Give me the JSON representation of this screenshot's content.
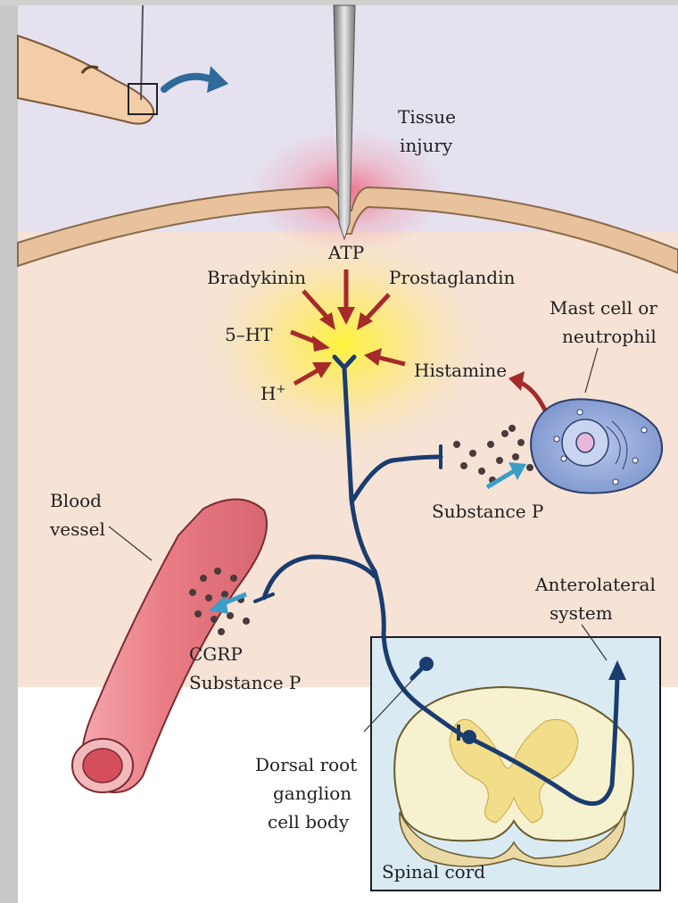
{
  "labels": {
    "tissue_injury_line1": "Tissue",
    "tissue_injury_line2": "injury",
    "atp": "ATP",
    "bradykinin": "Bradykinin",
    "prostaglandin": "Prostaglandin",
    "five_ht": "5–HT",
    "h_plus": "H",
    "h_plus_sup": "+",
    "histamine": "Histamine",
    "mast_cell_line1": "Mast cell or",
    "mast_cell_line2": "neutrophil",
    "substance_p_right": "Substance P",
    "blood_vessel_line1": "Blood",
    "blood_vessel_line2": "vessel",
    "cgrp": "CGRP",
    "substance_p_left": "Substance P",
    "anterolateral_line1": "Anterolateral",
    "anterolateral_line2": "system",
    "drg_line1": "Dorsal root",
    "drg_line2": "ganglion",
    "drg_line3": "cell body",
    "spinal_cord": "Spinal cord"
  },
  "colors": {
    "skin_background": "#e6e1ef",
    "tissue_background": "#f6e3d6",
    "nerve": "#1a3c6e",
    "mediator_arrow": "#a52a2a",
    "release_arrow": "#3a9ec6",
    "blood_vessel": "#e88a90",
    "mast_cell": "#8fa6d8",
    "spinal_inset": "#d9eaf3"
  }
}
